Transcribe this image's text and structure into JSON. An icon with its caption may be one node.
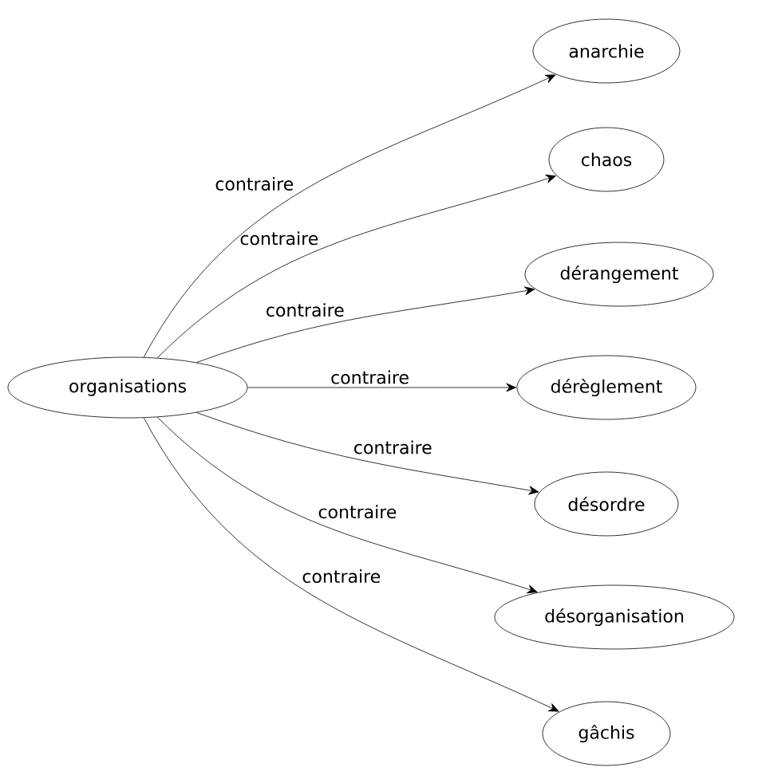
{
  "diagram": {
    "nodes": [
      {
        "text": [
          "organisations"
        ]
      },
      {
        "text": [
          "anarchie"
        ]
      },
      {
        "text": [
          "chaos"
        ]
      },
      {
        "text": [
          "dérangement"
        ]
      },
      {
        "text": [
          "dérèglement"
        ]
      },
      {
        "text": [
          "désordre"
        ]
      },
      {
        "text": [
          "désorganisation"
        ]
      },
      {
        "text": [
          "gâchis"
        ]
      }
    ],
    "edges": [
      {
        "from": 0,
        "to": 1,
        "arrow": "to",
        "label": "contraire"
      },
      {
        "from": 0,
        "to": 2,
        "arrow": "to",
        "label": "contraire"
      },
      {
        "from": 0,
        "to": 3,
        "arrow": "to",
        "label": "contraire"
      },
      {
        "from": 0,
        "to": 4,
        "arrow": "to",
        "label": "contraire"
      },
      {
        "from": 0,
        "to": 5,
        "arrow": "to",
        "label": "contraire"
      },
      {
        "from": 0,
        "to": 6,
        "arrow": "to",
        "label": "contraire"
      },
      {
        "from": 0,
        "to": 7,
        "arrow": "to",
        "label": "contraire"
      }
    ]
  }
}
